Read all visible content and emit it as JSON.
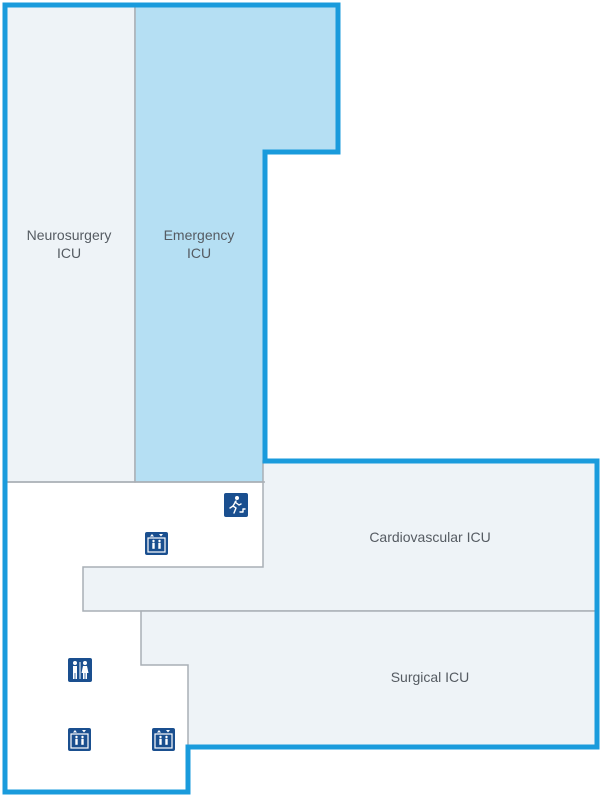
{
  "map": {
    "rooms": {
      "neurosurgery_icu": {
        "line1": "Neurosurgery",
        "line2": "ICU"
      },
      "emergency_icu": {
        "line1": "Emergency",
        "line2": "ICU",
        "highlighted": true
      },
      "cardiovascular_icu": {
        "label": "Cardiovascular ICU"
      },
      "surgical_icu": {
        "label": "Surgical ICU"
      }
    },
    "icons": [
      "emergency-exit-icon",
      "elevator-icon",
      "restroom-icon",
      "elevator-icon",
      "elevator-icon"
    ],
    "colors": {
      "building_outline": "#1a9bdc",
      "room_fill": "#eef3f7",
      "highlight_fill": "#b5dff3",
      "corridor_fill": "#ffffff",
      "wall": "#a9afb5",
      "label_text": "#555b62",
      "icon_bg": "#1a4f8f"
    }
  }
}
